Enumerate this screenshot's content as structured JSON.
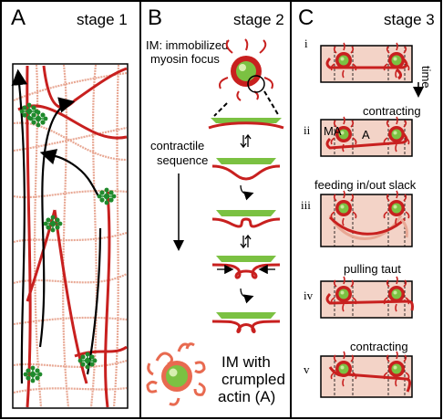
{
  "colors": {
    "actin": "#c8201f",
    "actin_faint": "#e8a894",
    "myosin": "#1f8a2c",
    "myosin_light": "#7bc142",
    "box_fill": "#f3d3c7",
    "frame": "#000000"
  },
  "panel_a": {
    "letter": "A",
    "title": "stage 1"
  },
  "panel_b": {
    "letter": "B",
    "title": "stage 2",
    "im_label_line1": "IM: immobilized",
    "im_label_line2": "myosin focus",
    "seq_line1": "contractile",
    "seq_line2": "sequence",
    "bottom_line1": "IM with",
    "bottom_line2": "crumpled",
    "bottom_line3": "actin (A)"
  },
  "panel_c": {
    "letter": "C",
    "title": "stage 3",
    "time_label": "time",
    "rows": [
      {
        "numeral": "i",
        "caption": ""
      },
      {
        "numeral": "ii",
        "caption": "contracting"
      },
      {
        "numeral": "iii",
        "caption": "feeding in/out slack"
      },
      {
        "numeral": "iv",
        "caption": "pulling taut"
      },
      {
        "numeral": "v",
        "caption": "contracting"
      }
    ],
    "ma_label": "MA",
    "a_label": "A"
  }
}
